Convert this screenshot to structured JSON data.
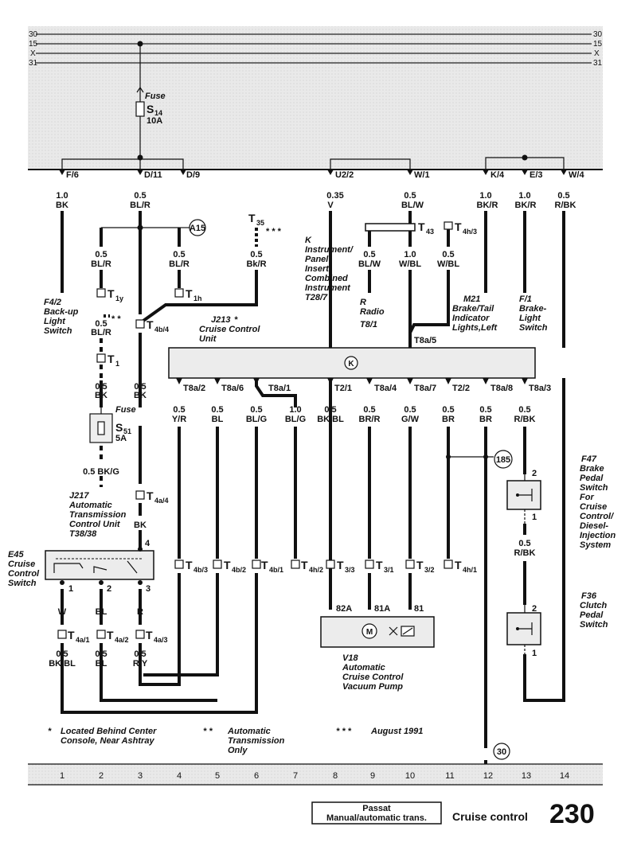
{
  "bus": {
    "left": [
      "30",
      "15",
      "X",
      "31"
    ],
    "right": [
      "30",
      "15",
      "X",
      "31"
    ]
  },
  "fuse_s14": {
    "label": "Fuse",
    "name": "S",
    "sub": "14",
    "rating": "10A"
  },
  "fuse_s51": {
    "label": "Fuse",
    "name": "S",
    "sub": "51",
    "rating": "5A"
  },
  "feeds": {
    "f6": "F/6",
    "d11": "D/11",
    "d9": "D/9",
    "u22": "U2/2",
    "w1": "W/1",
    "k4": "K/4",
    "e3": "E/3",
    "w4": "W/4"
  },
  "wires": {
    "c1_top": [
      "1.0",
      "BK"
    ],
    "c3_top": [
      "0.5",
      "BL/R"
    ],
    "c8_top": [
      "0.35",
      "V"
    ],
    "c10_top": [
      "0.5",
      "BL/W"
    ],
    "c12_top": [
      "1.0",
      "BK/R"
    ],
    "c13_top": [
      "1.0",
      "BK/R"
    ],
    "c14_top": [
      "0.5",
      "R/BK"
    ],
    "c2_mid": [
      "0.5",
      "BL/R"
    ],
    "c4_mid": [
      "0.5",
      "BL/R"
    ],
    "c6_mid": [
      "0.5",
      "Bk/R"
    ],
    "c2_lower": [
      "0.5",
      "BL/R"
    ],
    "c2_bk": [
      "0.5",
      "BK"
    ],
    "c2_bkg": "0.5 BK/G",
    "c3_lower": [
      "0.5",
      "BK"
    ],
    "c3_jbk": "BK",
    "c9_mid": [
      "0.5",
      "BL/W"
    ],
    "c10_mid": [
      "1.0",
      "W/BL"
    ],
    "c11_mid": [
      "0.5",
      "W/BL"
    ],
    "s_t8a2": [
      "0.5",
      "Y/R"
    ],
    "s_t8a6": [
      "0.5",
      "BL"
    ],
    "s_t8a5": [
      "0.5",
      "BL/G"
    ],
    "s_t8a1": [
      "1.0",
      "BL/G"
    ],
    "s_t21": [
      "0.5",
      "BK/BL"
    ],
    "s_t8a4": [
      "0.5",
      "BR/R"
    ],
    "s_t8a7": [
      "0.5",
      "G/W"
    ],
    "s_t22": [
      "0.5",
      "BR"
    ],
    "s_t8a8": [
      "0.5",
      "BR"
    ],
    "s_t8a3": [
      "0.5",
      "R/BK"
    ],
    "f47_out": [
      "0.5",
      "R/BK"
    ],
    "e45_w": "W",
    "e45_bl": "BL",
    "e45_r": "R",
    "b1": [
      "0.5",
      "BK/BL"
    ],
    "b2": [
      "0.5",
      "BL"
    ],
    "b3": [
      "0.5",
      "R/Y"
    ]
  },
  "connectors": {
    "t35": [
      "T",
      "35"
    ],
    "t43": [
      "T",
      "43"
    ],
    "t4h3": [
      "T",
      "4h/3"
    ],
    "t1y": [
      "T",
      "1y"
    ],
    "t1h": [
      "T",
      "1h"
    ],
    "t4b4": [
      "T",
      "4b/4"
    ],
    "t1": [
      "T",
      "1"
    ],
    "t4a4": [
      "T",
      "4a/4"
    ],
    "t4b3": [
      "T",
      "4b/3"
    ],
    "t4b2": [
      "T",
      "4b/2"
    ],
    "t4b1": [
      "T",
      "4b/1"
    ],
    "t4h2": [
      "T",
      "4h/2"
    ],
    "t33": [
      "T",
      "3/3"
    ],
    "t31": [
      "T",
      "3/1"
    ],
    "t32": [
      "T",
      "3/2"
    ],
    "t4h1": [
      "T",
      "4h/1"
    ],
    "t4a1": [
      "T",
      "4a/1"
    ],
    "t4a2": [
      "T",
      "4a/2"
    ],
    "t4a3": [
      "T",
      "4a/3"
    ]
  },
  "pins": {
    "t8a5": "T8a/5",
    "t8a2": "T8a/2",
    "t8a6": "T8a/6",
    "t8a1": "T8a/1",
    "t21": "T2/1",
    "t8a4": "T8a/4",
    "t8a7": "T8a/7",
    "t22": "T2/2",
    "t8a8": "T8a/8",
    "t8a3": "T8a/3",
    "e45_4": "4",
    "e45_1": "1",
    "e45_2": "2",
    "e45_3": "3",
    "v18_82a": "82A",
    "v18_81a": "81A",
    "v18_81": "81",
    "f47_2": "2",
    "f47_1": "1",
    "f36_2": "2",
    "f36_1": "1"
  },
  "marks": {
    "a15": "A15",
    "n185": "185",
    "n30": "30",
    "stars3": "* * *",
    "stars2": "* *",
    "star1": "*",
    "j213_star": "*"
  },
  "components": {
    "f42": [
      "F4/2",
      "Back-up",
      "Light",
      "Switch"
    ],
    "k_inst": [
      "K",
      "Instrument/",
      "Panel",
      "Insert",
      "Combined",
      "Instrument",
      "T28/7"
    ],
    "r_radio": [
      "R",
      "Radio",
      "T8/1"
    ],
    "m21": [
      "M21",
      "Brake/Tail",
      "Indicator",
      "Lights,Left"
    ],
    "f1": [
      "F/1",
      "Brake-",
      "Light",
      "Switch"
    ],
    "j213": [
      "J213",
      "Cruise Control",
      "Unit"
    ],
    "j217": [
      "J217",
      "Automatic",
      "Transmission",
      "Control Unit",
      "T38/38"
    ],
    "e45": [
      "E45",
      "Cruise",
      "Control",
      "Switch"
    ],
    "f47": [
      "F47",
      "Brake",
      "Pedal",
      "Switch",
      "For",
      "Cruise",
      "Control/",
      "Diesel-",
      "Injection",
      "System"
    ],
    "f36": [
      "F36",
      "Clutch",
      "Pedal",
      "Switch"
    ],
    "v18": [
      "V18",
      "Automatic",
      "Cruise Control",
      "Vacuum Pump"
    ]
  },
  "notes": {
    "n1": [
      "Located Behind Center",
      "Console, Near Ashtray"
    ],
    "n2": [
      "Automatic",
      "Transmission",
      "Only"
    ],
    "n3": "August 1991"
  },
  "footer": {
    "columns": [
      "1",
      "2",
      "3",
      "4",
      "5",
      "6",
      "7",
      "8",
      "9",
      "10",
      "11",
      "12",
      "13",
      "14"
    ],
    "model": "Passat",
    "variant": "Manual/automatic trans.",
    "title": "Cruise control",
    "page": "230"
  }
}
